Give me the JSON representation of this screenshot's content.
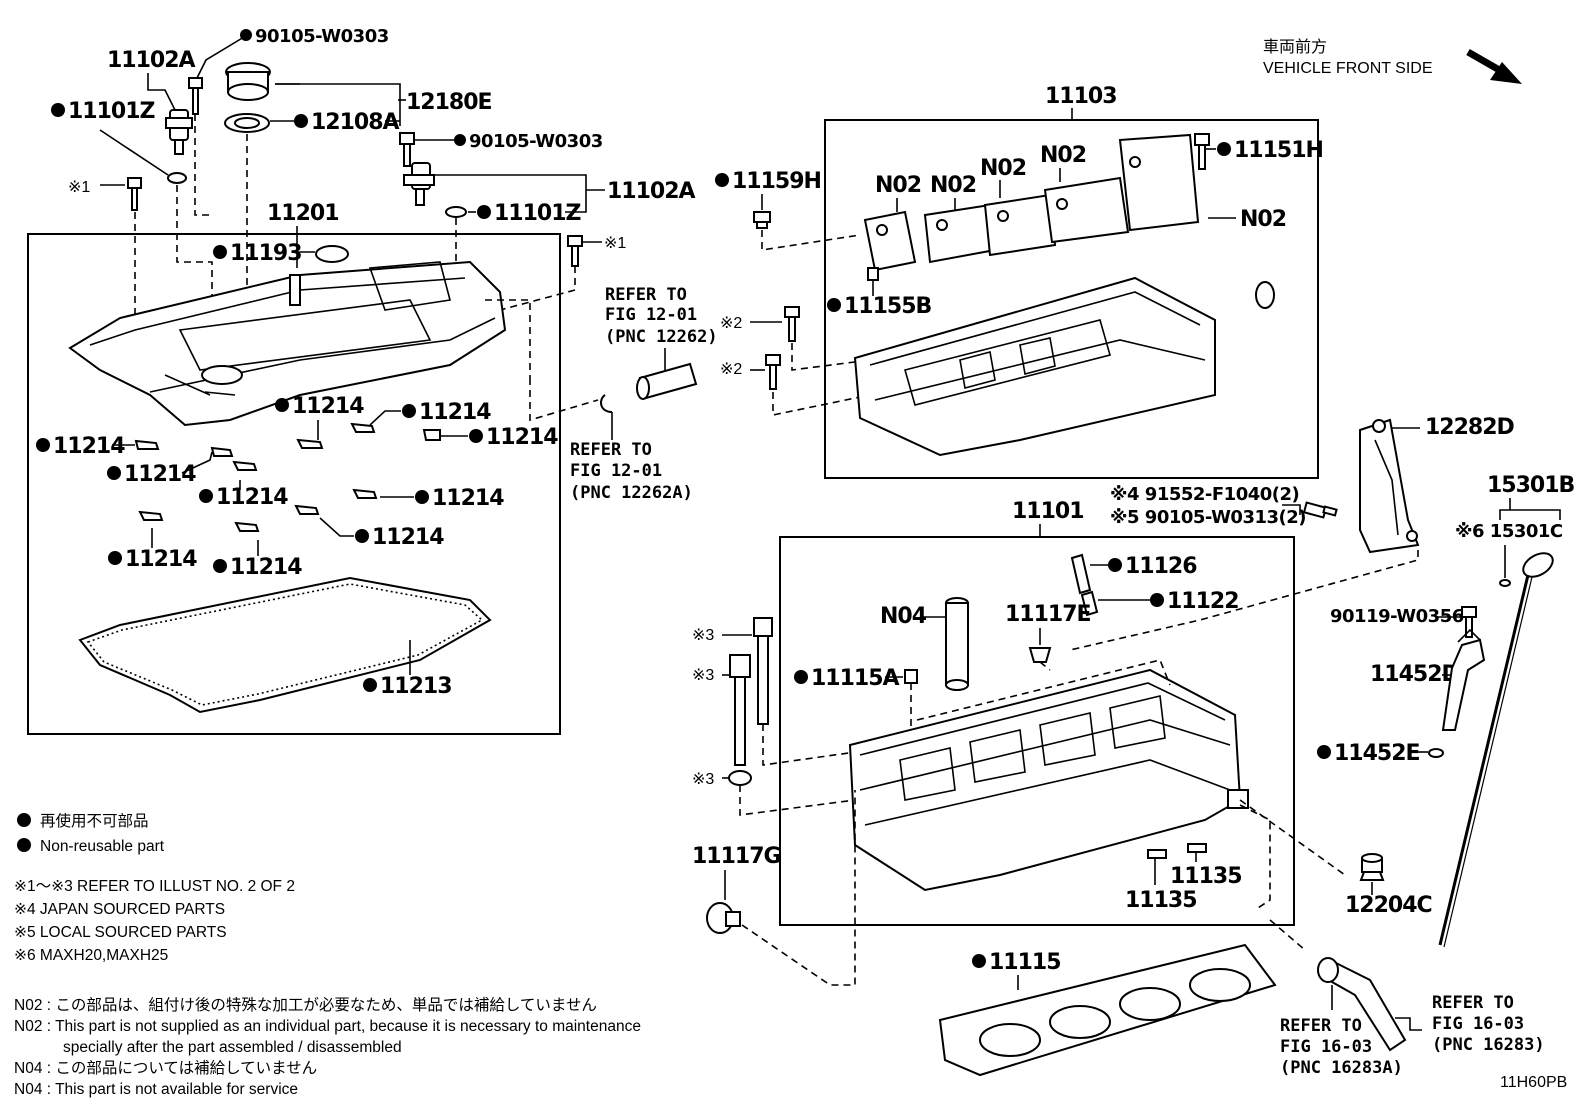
{
  "header": {
    "front_ja": "車両前方",
    "front_en": "VEHICLE FRONT SIDE",
    "arrow_icon": "arrow-down-right-icon"
  },
  "labels": {
    "p90105_w0303_a": "90105-W0303",
    "p11102a_a": "11102A",
    "p12180e": "12180E",
    "p11101z_a": "11101Z",
    "p12108a": "12108A",
    "p90105_w0303_b": "90105-W0303",
    "p11102a_b": "11102A",
    "p11101z_b": "11101Z",
    "mark1_a": "※1",
    "p11201": "11201",
    "p11193": "11193",
    "mark1_b": "※1",
    "p11214": "11214",
    "p11213": "11213",
    "p11103": "11103",
    "p11151h": "11151H",
    "p11159h": "11159H",
    "n02": "N02",
    "p11155b": "11155B",
    "mark2": "※2",
    "refer_to": "REFER TO",
    "fig_12_01": "FIG 12-01",
    "pnc_12262": "(PNC 12262)",
    "pnc_12262a": "(PNC 12262A)",
    "p12282d": "12282D",
    "p15301b": "15301B",
    "mark6_15301c": "※6 15301C",
    "mark4_part": "※4 91552-F1040(2)",
    "mark5_part": "※5 90105-W0313(2)",
    "p11101": "11101",
    "p11126": "11126",
    "p11122": "11122",
    "n04": "N04",
    "p11117e": "11117E",
    "p11115a": "11115A",
    "mark3": "※3",
    "p90119_w0356": "90119-W0356",
    "p11452d": "11452D",
    "p11452e": "11452E",
    "p11117g": "11117G",
    "p11135": "11135",
    "p12204c": "12204C",
    "p11115": "11115",
    "fig_16_03": "FIG 16-03",
    "pnc_16283": "(PNC 16283)",
    "pnc_16283a": "(PNC 16283A)",
    "illust_code": "11H60PB"
  },
  "legend": {
    "nonreusable_ja": "再使用不可部品",
    "nonreusable_en": "Non-reusable part",
    "note1": "※1～※3  REFER TO ILLUST NO. 2 OF 2",
    "note4": "※4  JAPAN SOURCED PARTS",
    "note5": "※5  LOCAL SOURCED PARTS",
    "note6": "※6 MAXH20,MAXH25"
  },
  "footnotes": {
    "n02_ja": "N02 : この部品は、組付け後の特殊な加工が必要なため、単品では補給していません",
    "n02_en_1": "N02 : This part is not supplied as an individual part, because it is necessary to maintenance",
    "n02_en_2": "specially after the part assembled / disassembled",
    "n04_ja": "N04 : この部品については補給していません",
    "n04_en": "N04 : This part is not available for service"
  }
}
